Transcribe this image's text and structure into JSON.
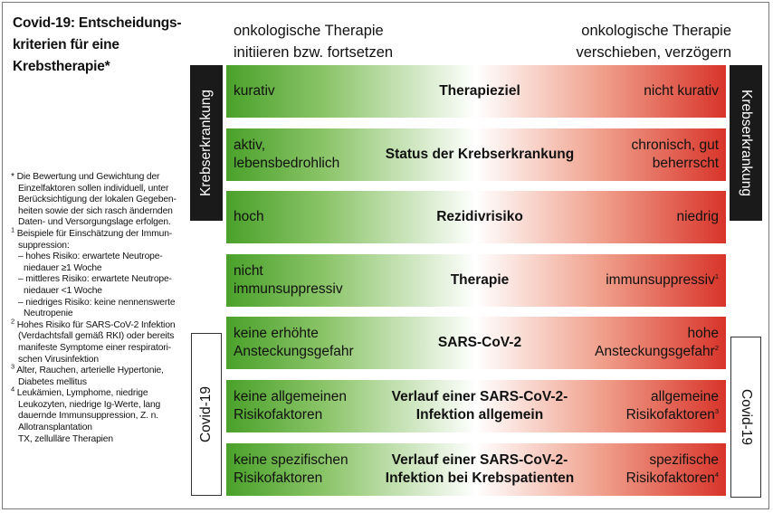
{
  "title": [
    "Covid-19: Entscheidungs-",
    "kriterien für eine",
    "Krebstherapie*"
  ],
  "header": {
    "left": [
      "onkologische Therapie",
      "initiieren bzw. fortsetzen"
    ],
    "right": [
      "onkologische Therapie",
      "verschieben, verzögern"
    ]
  },
  "side_labels": {
    "cancer": "Krebserkrankung",
    "covid": "Covid-19"
  },
  "rows": [
    {
      "left": [
        "kurativ"
      ],
      "center": [
        "Therapieziel"
      ],
      "right": [
        "nicht kurativ"
      ],
      "sup": ""
    },
    {
      "left": [
        "aktiv,",
        "lebensbedrohlich"
      ],
      "center": [
        "Status der Krebserkrankung"
      ],
      "right": [
        "chronisch, gut",
        "beherrscht"
      ],
      "sup": ""
    },
    {
      "left": [
        "hoch"
      ],
      "center": [
        "Rezidivrisiko"
      ],
      "right": [
        "niedrig"
      ],
      "sup": ""
    },
    {
      "left": [
        "nicht",
        "immunsuppressiv"
      ],
      "center": [
        "Therapie"
      ],
      "right": [
        "immunsuppressiv"
      ],
      "sup": "1"
    },
    {
      "left": [
        "keine erhöhte",
        "Ansteckungsgefahr"
      ],
      "center": [
        "SARS-CoV-2"
      ],
      "right": [
        "hohe",
        "Ansteckungsgefahr"
      ],
      "sup": "2"
    },
    {
      "left": [
        "keine allgemeinen",
        "Risikofaktoren"
      ],
      "center": [
        "Verlauf einer SARS-CoV-2-",
        "Infektion allgemein"
      ],
      "right": [
        "allgemeine",
        "Risikofaktoren"
      ],
      "sup": "3"
    },
    {
      "left": [
        "keine spezifischen",
        "Risikofaktoren"
      ],
      "center": [
        "Verlauf einer SARS-CoV-2-",
        "Infektion bei Krebspatienten"
      ],
      "right": [
        "spezifische",
        "Risikofaktoren"
      ],
      "sup": "4"
    }
  ],
  "footnotes": [
    {
      "mark": "*",
      "lines": [
        "* Die Bewertung und Gewichtung der",
        "Einzelfaktoren sollen individuell, unter",
        "Berücksichtigung der lokalen Gegeben-",
        "heiten sowie der sich rasch ändernden",
        "Daten- und Versorgungslage erfolgen."
      ]
    },
    {
      "mark": "1",
      "lines": [
        "Beispiele für Einschätzung der Immun-",
        "suppression:",
        "– hohes Risiko: erwartete Neutrope-",
        "niedauer  ≥1 Woche",
        "– mittleres Risiko: erwartete Neutrope-",
        "niedauer <1 Woche",
        "– niedriges Risiko: keine nennenswerte",
        "Neutropenie"
      ]
    },
    {
      "mark": "2",
      "lines": [
        "Hohes Risiko für SARS-CoV-2 Infektion",
        "(Verdachtsfall gemäß RKI) oder bereits",
        "manifeste Symptome einer respiratori-",
        "schen Virusinfektion"
      ]
    },
    {
      "mark": "3",
      "lines": [
        "Alter, Rauchen, arterielle Hypertonie,",
        "Diabetes mellitus"
      ]
    },
    {
      "mark": "4",
      "lines": [
        "Leukämien, Lymphome, niedrige",
        "Leukozyten, niedrige Ig-Werte, lang",
        "dauernde Immunsuppression, Z. n.",
        "Allotransplantation",
        "TX, zellulläre Therapien"
      ]
    }
  ],
  "colors": {
    "green": "#4aa12a",
    "red": "#d8342a",
    "dark": "#1a1a1a"
  }
}
